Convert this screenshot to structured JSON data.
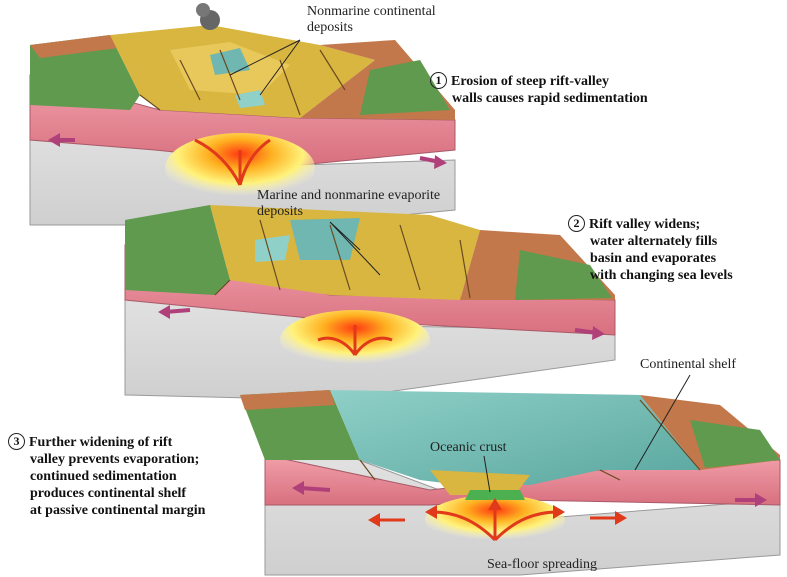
{
  "labels": {
    "nonmarine_deposits": [
      "Nonmarine continental",
      "deposits"
    ],
    "evaporite_deposits": [
      "Marine and nonmarine evaporite",
      "deposits"
    ],
    "continental_shelf": "Continental shelf",
    "oceanic_crust": "Oceanic crust",
    "sea_floor_spreading": "Sea-floor spreading"
  },
  "stages": [
    {
      "number": "1",
      "lines": [
        "Erosion of steep rift-valley",
        "walls causes rapid sedimentation"
      ]
    },
    {
      "number": "2",
      "lines": [
        "Rift valley widens;",
        "water alternately fills",
        "basin and evaporates",
        "with changing sea levels"
      ]
    },
    {
      "number": "3",
      "lines": [
        "Further widening of rift",
        "valley prevents evaporation;",
        "continued sedimentation",
        "produces continental shelf",
        "at passive continental margin"
      ]
    }
  ],
  "colors": {
    "crust_pink": "#e58a98",
    "mantle_grey": "#dcdcdc",
    "land_green": "#5f9a4e",
    "sediment_yellow": "#d9b640",
    "water_teal": "#6fb7b0",
    "magma_red": "#e03a1a",
    "arrow_red": "#e0301e",
    "arrow_purple": "#b0407a"
  }
}
